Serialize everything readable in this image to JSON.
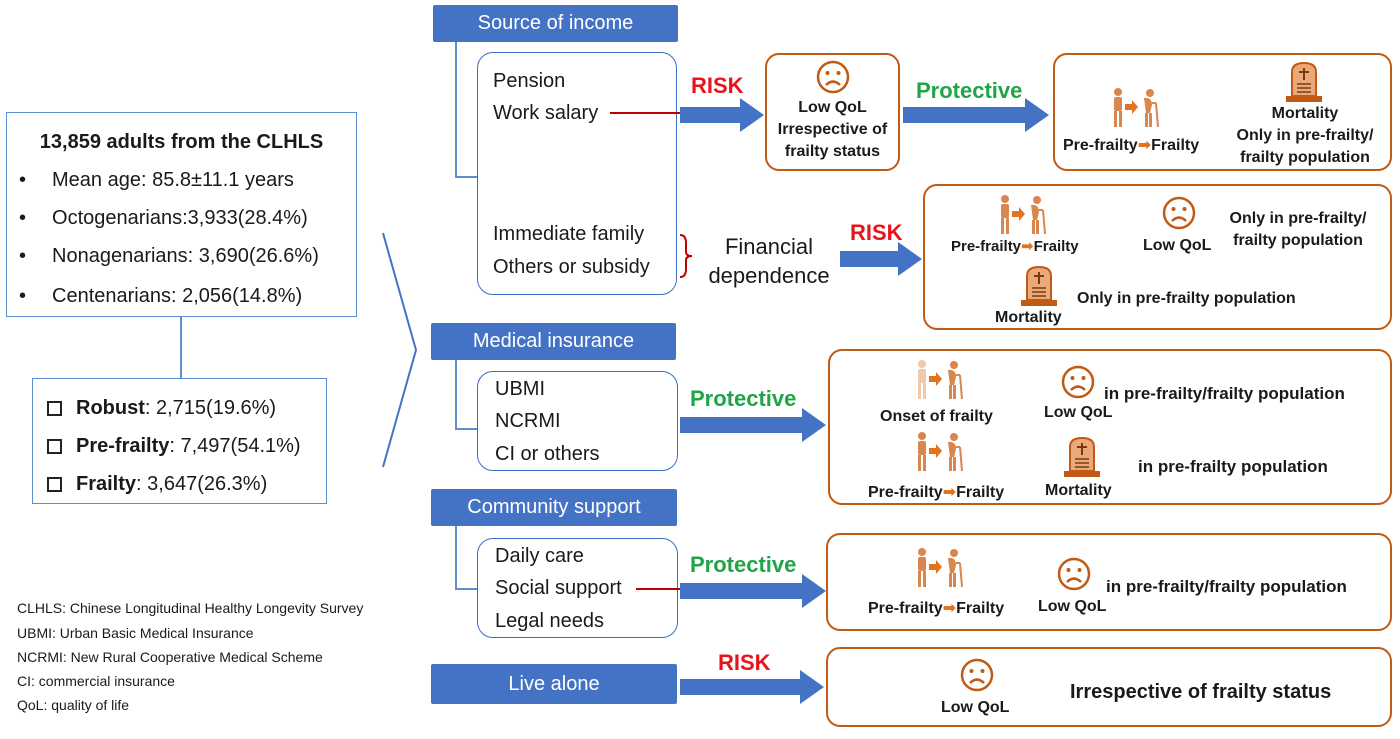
{
  "cohort": {
    "title": "13,859 adults from the CLHLS",
    "items": [
      "Mean age: 85.8±11.1 years",
      "Octogenarians:3,933(28.4%)",
      "Nonagenarians: 3,690(26.6%)",
      "Centenarians: 2,056(14.8%)"
    ]
  },
  "frailty_groups": [
    {
      "name": "Robust",
      "value": ": 2,715(19.6%)"
    },
    {
      "name": "Pre-frailty",
      "value": ": 7,497(54.1%)"
    },
    {
      "name": "Frailty",
      "value": ": 3,647(26.3%)"
    }
  ],
  "legend": [
    "CLHLS:  Chinese Longitudinal Healthy Longevity Survey",
    "UBMI: Urban Basic Medical Insurance",
    "NCRMI: New Rural Cooperative Medical Scheme",
    "CI: commercial insurance",
    "QoL: quality of life"
  ],
  "labels": {
    "risk": "RISK",
    "protective": "Protective",
    "low_qol": "Low QoL",
    "mortality": "Mortality",
    "pre_to_frailty": "Pre-frailty",
    "frailty": "Frailty",
    "onset": "Onset of frailty"
  },
  "income": {
    "header": "Source of income",
    "items_a": [
      "Pension",
      "Work salary"
    ],
    "items_b": [
      "Immediate family",
      "Others or subsidy"
    ],
    "financial": [
      "Financial",
      "dependence"
    ],
    "out1_qol_note": [
      "Irrespective of",
      "frailty status"
    ],
    "out1_mort_note": [
      "Only in pre-frailty/",
      "frailty population"
    ],
    "out2_note_top": [
      "Only in pre-frailty/",
      "frailty population"
    ],
    "out2_note_bottom": "Only in pre-frailty population"
  },
  "insurance": {
    "header": "Medical insurance",
    "items": [
      "UBMI",
      "NCRMI",
      "CI or others"
    ],
    "note_top": "in pre-frailty/frailty population",
    "note_bottom": "in pre-frailty population"
  },
  "community": {
    "header": "Community support",
    "items": [
      "Daily care",
      "Social support",
      "Legal needs"
    ],
    "note": "in pre-frailty/frailty population"
  },
  "alone": {
    "header": "Live alone",
    "note": "Irrespective of frailty status"
  },
  "colors": {
    "blue": "#4472c4",
    "orange": "#c05a14",
    "risk": "#e8141c",
    "protective": "#21a447",
    "icon": "#d9864f"
  }
}
